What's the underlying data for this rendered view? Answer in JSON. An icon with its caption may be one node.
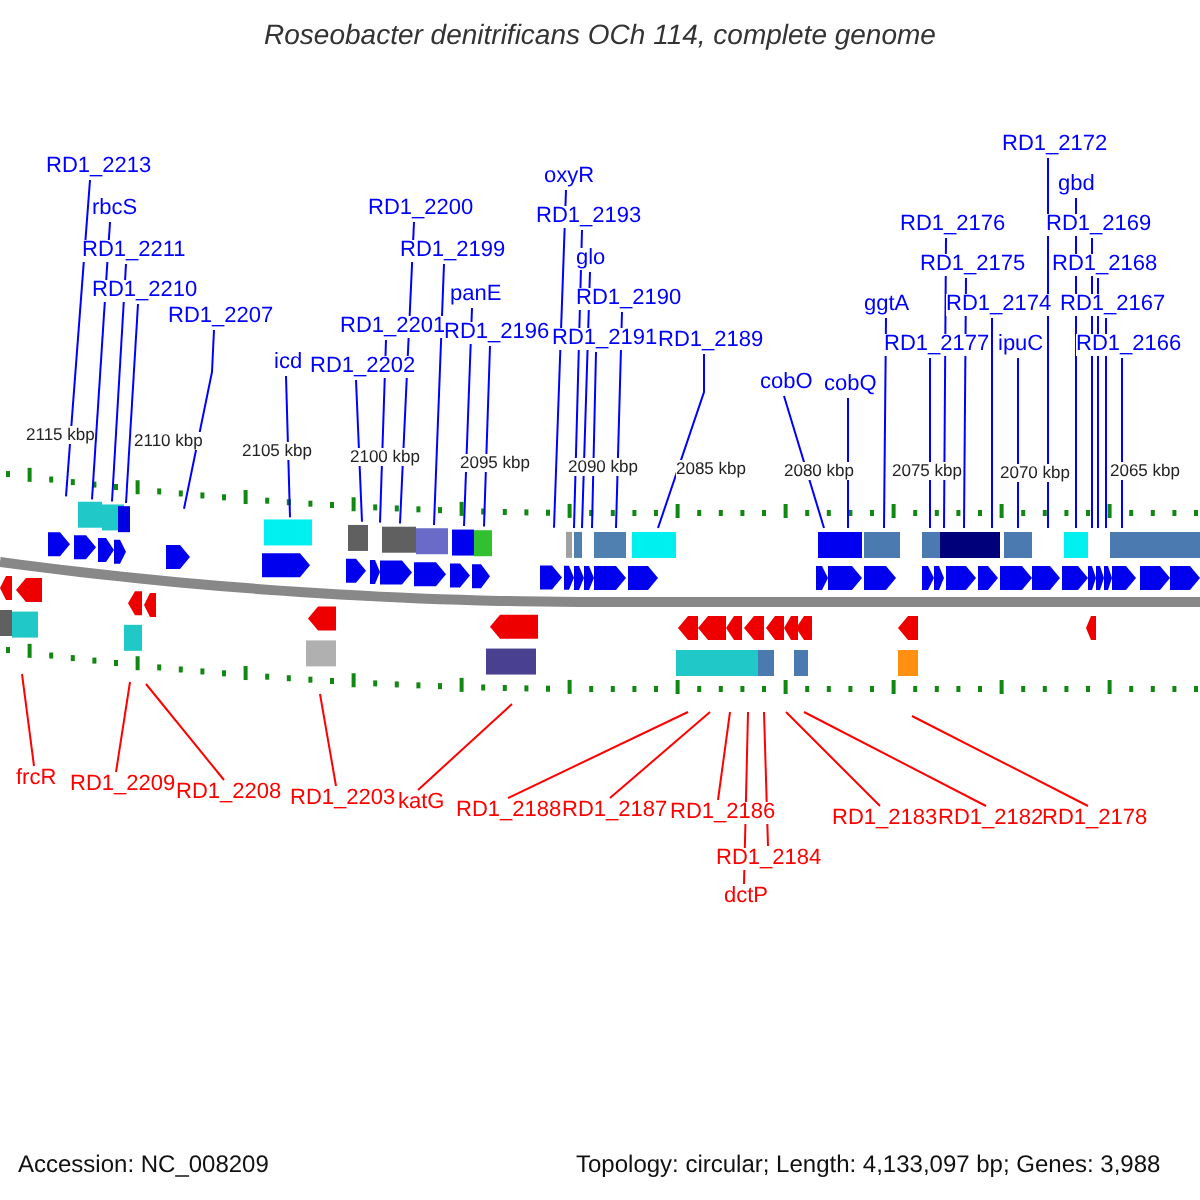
{
  "diagram": {
    "title": "Roseobacter denitrificans OCh 114, complete genome",
    "nodes": [
      {
        "text": [
          "RD1_2213"
        ]
      },
      {
        "text": [
          "rbcS"
        ]
      },
      {
        "text": [
          "RD1_2211"
        ]
      },
      {
        "text": [
          "RD1_2210"
        ]
      },
      {
        "text": [
          "RD1_2207"
        ]
      },
      {
        "text": [
          "icd"
        ]
      },
      {
        "text": [
          "RD1_2202"
        ]
      },
      {
        "text": [
          "RD1_2201"
        ]
      },
      {
        "text": [
          "RD1_2200"
        ]
      },
      {
        "text": [
          "RD1_2199"
        ]
      },
      {
        "text": [
          "panE"
        ]
      },
      {
        "text": [
          "RD1_2196"
        ]
      },
      {
        "text": [
          "oxyR"
        ]
      },
      {
        "text": [
          "RD1_2193"
        ]
      },
      {
        "text": [
          "glo"
        ]
      },
      {
        "text": [
          "RD1_2190"
        ]
      },
      {
        "text": [
          "RD1_2191"
        ]
      },
      {
        "text": [
          "RD1_2189"
        ]
      },
      {
        "text": [
          "cobO"
        ]
      },
      {
        "text": [
          "cobQ"
        ]
      },
      {
        "text": [
          "ggtA"
        ]
      },
      {
        "text": [
          "RD1_2177"
        ]
      },
      {
        "text": [
          "RD1_2176"
        ]
      },
      {
        "text": [
          "RD1_2175"
        ]
      },
      {
        "text": [
          "RD1_2174"
        ]
      },
      {
        "text": [
          "ipuC"
        ]
      },
      {
        "text": [
          "RD1_2172"
        ]
      },
      {
        "text": [
          "gbd"
        ]
      },
      {
        "text": [
          "RD1_2169"
        ]
      },
      {
        "text": [
          "RD1_2168"
        ]
      },
      {
        "text": [
          "RD1_2167"
        ]
      },
      {
        "text": [
          "RD1_2166"
        ]
      },
      {
        "text": [
          "frcR"
        ]
      },
      {
        "text": [
          "RD1_2209"
        ]
      },
      {
        "text": [
          "RD1_2208"
        ]
      },
      {
        "text": [
          "RD1_2203"
        ]
      },
      {
        "text": [
          "katG"
        ]
      },
      {
        "text": [
          "RD1_2188"
        ]
      },
      {
        "text": [
          "RD1_2187"
        ]
      },
      {
        "text": [
          "RD1_2186"
        ]
      },
      {
        "text": [
          "RD1_2184"
        ]
      },
      {
        "text": [
          "dctP"
        ]
      },
      {
        "text": [
          "RD1_2183"
        ]
      },
      {
        "text": [
          "RD1_2182"
        ]
      },
      {
        "text": [
          "RD1_2178"
        ]
      }
    ],
    "edges": [
      {
        "from": 0,
        "to": null,
        "arrow": "none"
      },
      {
        "from": 1,
        "to": null,
        "arrow": "none"
      },
      {
        "from": 2,
        "to": null,
        "arrow": "none"
      },
      {
        "from": 3,
        "to": null,
        "arrow": "none"
      },
      {
        "from": 4,
        "to": null,
        "arrow": "none"
      },
      {
        "from": 5,
        "to": null,
        "arrow": "none"
      },
      {
        "from": 6,
        "to": null,
        "arrow": "none"
      },
      {
        "from": 7,
        "to": null,
        "arrow": "none"
      },
      {
        "from": 8,
        "to": null,
        "arrow": "none"
      },
      {
        "from": 9,
        "to": null,
        "arrow": "none"
      },
      {
        "from": 10,
        "to": null,
        "arrow": "none"
      },
      {
        "from": 11,
        "to": null,
        "arrow": "none"
      },
      {
        "from": 12,
        "to": null,
        "arrow": "none"
      },
      {
        "from": 13,
        "to": null,
        "arrow": "none"
      },
      {
        "from": 14,
        "to": null,
        "arrow": "none"
      },
      {
        "from": 15,
        "to": null,
        "arrow": "none"
      },
      {
        "from": 16,
        "to": null,
        "arrow": "none"
      },
      {
        "from": 17,
        "to": null,
        "arrow": "none"
      },
      {
        "from": 18,
        "to": null,
        "arrow": "none"
      },
      {
        "from": 19,
        "to": null,
        "arrow": "none"
      },
      {
        "from": 20,
        "to": null,
        "arrow": "none"
      },
      {
        "from": 21,
        "to": null,
        "arrow": "none"
      },
      {
        "from": 22,
        "to": null,
        "arrow": "none"
      },
      {
        "from": 23,
        "to": null,
        "arrow": "none"
      },
      {
        "from": 24,
        "to": null,
        "arrow": "none"
      },
      {
        "from": 25,
        "to": null,
        "arrow": "none"
      },
      {
        "from": 26,
        "to": null,
        "arrow": "none"
      },
      {
        "from": 27,
        "to": null,
        "arrow": "none"
      },
      {
        "from": 28,
        "to": null,
        "arrow": "none"
      },
      {
        "from": 29,
        "to": null,
        "arrow": "none"
      },
      {
        "from": 30,
        "to": null,
        "arrow": "none"
      },
      {
        "from": 31,
        "to": null,
        "arrow": "none"
      },
      {
        "from": 32,
        "to": null,
        "arrow": "none",
        "color": "#ff0000"
      },
      {
        "from": 33,
        "to": null,
        "arrow": "none",
        "color": "#ff0000"
      },
      {
        "from": 34,
        "to": null,
        "arrow": "none",
        "color": "#ff0000"
      },
      {
        "from": 35,
        "to": null,
        "arrow": "none",
        "color": "#ff0000"
      },
      {
        "from": 36,
        "to": null,
        "arrow": "none",
        "color": "#ff0000"
      },
      {
        "from": 37,
        "to": null,
        "arrow": "none",
        "color": "#ff0000"
      },
      {
        "from": 38,
        "to": null,
        "arrow": "none",
        "color": "#ff0000"
      },
      {
        "from": 39,
        "to": null,
        "arrow": "none",
        "color": "#ff0000"
      },
      {
        "from": 40,
        "to": null,
        "arrow": "none",
        "color": "#ff0000"
      },
      {
        "from": 41,
        "to": null,
        "arrow": "none",
        "color": "#ff0000"
      },
      {
        "from": 42,
        "to": null,
        "arrow": "none",
        "color": "#ff0000"
      },
      {
        "from": 43,
        "to": null,
        "arrow": "none",
        "color": "#ff0000"
      },
      {
        "from": 44,
        "to": null,
        "arrow": "none",
        "color": "#ff0000"
      }
    ],
    "labels": [
      "2115 kbp",
      "2110 kbp",
      "2105 kbp",
      "2100 kbp",
      "2095 kbp",
      "2090 kbp",
      "2085 kbp",
      "2080 kbp",
      "2075 kbp",
      "2070 kbp",
      "2065 kbp",
      "Accession: NC_008209",
      "Topology: circular; Length: 4,133,097 bp; Genes: 3,988"
    ]
  }
}
